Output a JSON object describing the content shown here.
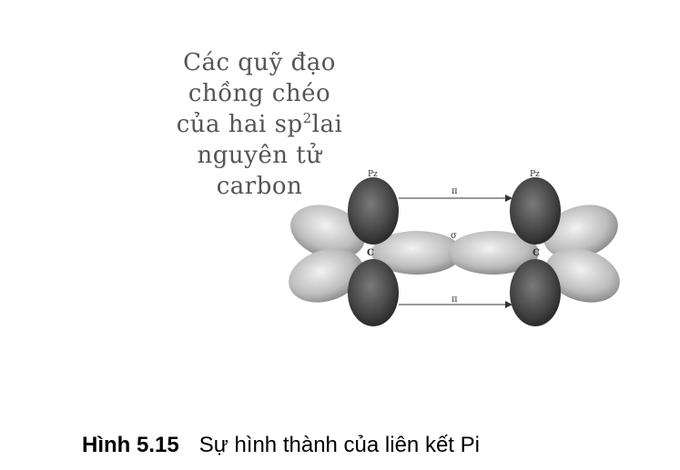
{
  "overlay_caption": {
    "line1": "Các quỹ đạo",
    "line2": "chồng chéo",
    "line3_before": "của hai sp",
    "line3_sup": "2",
    "line3_after": "lai",
    "line4": "nguyên tử",
    "line5": "carbon"
  },
  "diagram_labels": {
    "pz_left": "Pz",
    "pz_right": "Pz",
    "pi_top": "π",
    "pi_bottom": "π",
    "sigma": "σ",
    "carbon_left": "C",
    "carbon_right": "C"
  },
  "caption": {
    "number": "Hình 5.15",
    "text": "Sự hình thành của liên kết Pi"
  },
  "colors": {
    "p_orbital": "#4a4a4a",
    "sp2_orbital": "#c8c8c8",
    "text": "#555555"
  }
}
